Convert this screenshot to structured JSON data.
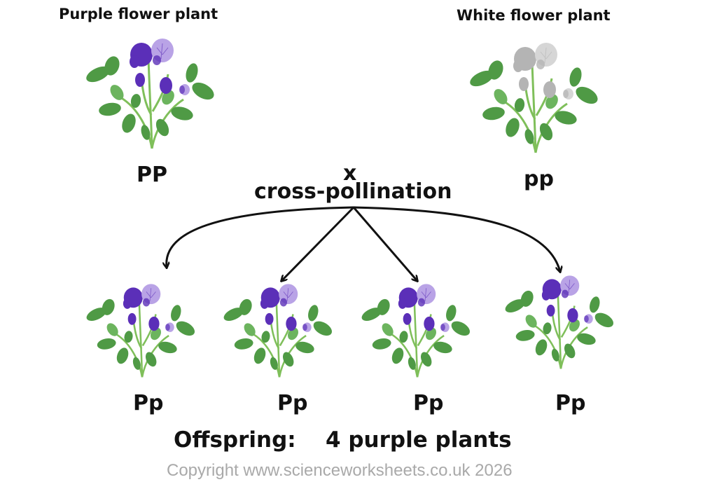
{
  "parents": {
    "left": {
      "title": "Purple flower plant",
      "genotype": "PP",
      "flower": "purple"
    },
    "right": {
      "title": "White flower plant",
      "genotype": "pp",
      "flower": "white"
    }
  },
  "cross_symbol": "x",
  "cross_label": "cross-pollination",
  "offspring": [
    {
      "genotype": "Pp",
      "flower": "purple"
    },
    {
      "genotype": "Pp",
      "flower": "purple"
    },
    {
      "genotype": "Pp",
      "flower": "purple"
    },
    {
      "genotype": "Pp",
      "flower": "purple"
    }
  ],
  "offspring_label": "Offspring:",
  "offspring_summary": "4 purple plants",
  "copyright": "Copyright www.scienceworksheets.co.uk 2026",
  "colors": {
    "stem": "#7fbf5a",
    "leaf": "#4f9a45",
    "leaf_light": "#6cb45e",
    "purple_dark": "#5b2fb8",
    "purple_light": "#b9a3e6",
    "white_petal": "#d6d6d6",
    "white_dark": "#b4b4b4",
    "arrow": "#111111",
    "copyright": "#a9a9a9"
  }
}
